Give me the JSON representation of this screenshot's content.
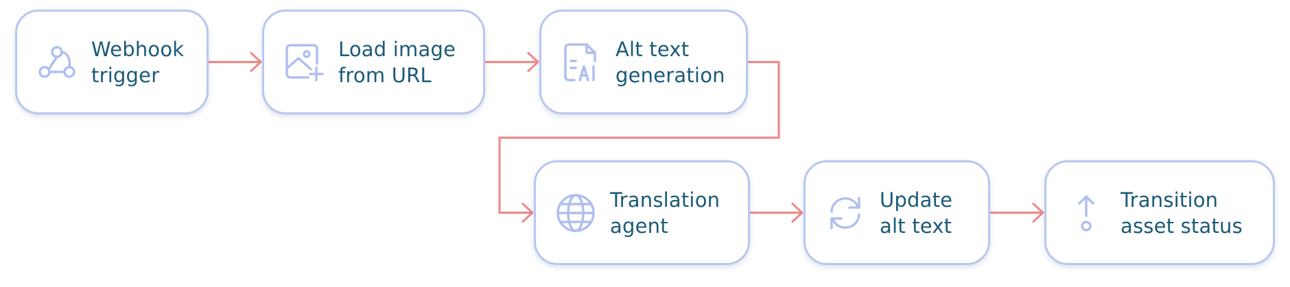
{
  "diagram": {
    "colors": {
      "node_border": "#b9c7ef",
      "icon": "#aebfee",
      "text": "#1b5a78",
      "connector": "#ee8a8a"
    },
    "nodes": [
      {
        "id": "webhook",
        "icon": "webhook-icon",
        "lines": [
          "Webhook",
          "trigger"
        ]
      },
      {
        "id": "load-image",
        "icon": "image-plus-icon",
        "lines": [
          "Load image",
          "from URL"
        ]
      },
      {
        "id": "alt-text",
        "icon": "file-ai-icon",
        "lines": [
          "Alt text",
          "generation"
        ]
      },
      {
        "id": "translation",
        "icon": "globe-icon",
        "lines": [
          "Translation",
          "agent"
        ]
      },
      {
        "id": "update",
        "icon": "refresh-icon",
        "lines": [
          "Update",
          "alt text"
        ]
      },
      {
        "id": "transition",
        "icon": "arrow-up-circle-icon",
        "lines": [
          "Transition",
          "asset status"
        ]
      }
    ],
    "edges": [
      {
        "from": "webhook",
        "to": "load-image"
      },
      {
        "from": "load-image",
        "to": "alt-text"
      },
      {
        "from": "alt-text",
        "to": "translation"
      },
      {
        "from": "translation",
        "to": "update"
      },
      {
        "from": "update",
        "to": "transition"
      }
    ]
  }
}
